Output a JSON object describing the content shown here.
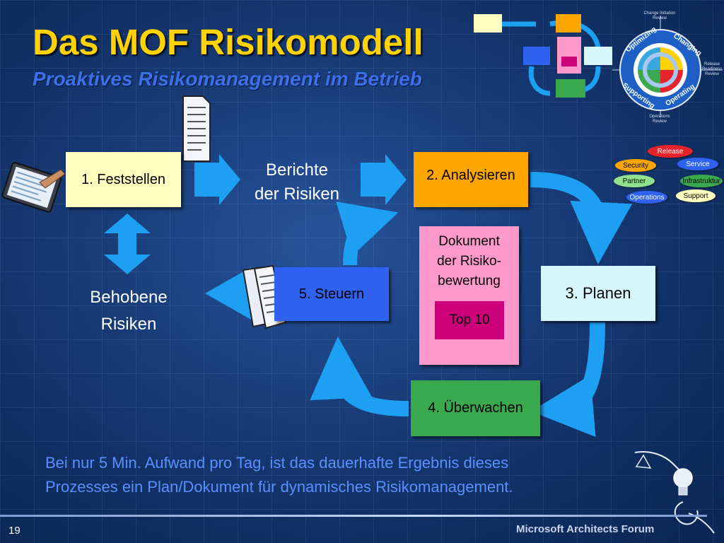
{
  "header": {
    "title": "Das MOF Risikomodell",
    "subtitle": "Proaktives Risikomanagement im Betrieb"
  },
  "cycle": {
    "step1": "1. Feststellen",
    "step2": "2. Analysieren",
    "step3": "3. Planen",
    "step4": "4. Überwachen",
    "step5": "5. Steuern",
    "reports_line1": "Berichte",
    "reports_line2": "der Risiken",
    "resolved_line1": "Behobene",
    "resolved_line2": "Risiken",
    "doc_line1": "Dokument",
    "doc_line2": "der Risiko-",
    "doc_line3": "bewertung",
    "doc_badge": "Top 10"
  },
  "mof_wheel": {
    "quadrants": [
      "Optimizing",
      "Changing",
      "Operating",
      "Supporting"
    ],
    "reviews": [
      "Change Initiation Review",
      "Release Readiness Review",
      "Operations Review"
    ]
  },
  "scf_cluster": {
    "items": [
      "Release",
      "Security",
      "Service",
      "Partner",
      "Infrastruktur",
      "Operations",
      "Support"
    ]
  },
  "body": {
    "summary_line1": "Bei nur 5 Min. Aufwand pro Tag, ist das dauerhafte Ergebnis dieses",
    "summary_line2": "Prozesses ein Plan/Dokument für dynamisches Risikomanagement."
  },
  "footer": {
    "page_number": "19",
    "brand": "Microsoft Architects Forum"
  },
  "colors": {
    "title": "#ffd200",
    "subtitle": "#3d6fe6",
    "arrow": "#1da0f2",
    "step1": "#ffffc0",
    "step2": "#ffa500",
    "step3": "#d7f7fd",
    "step4": "#3aa84d",
    "step5": "#2f62f0",
    "document": "#ff99cc",
    "badge": "#cc007a"
  }
}
